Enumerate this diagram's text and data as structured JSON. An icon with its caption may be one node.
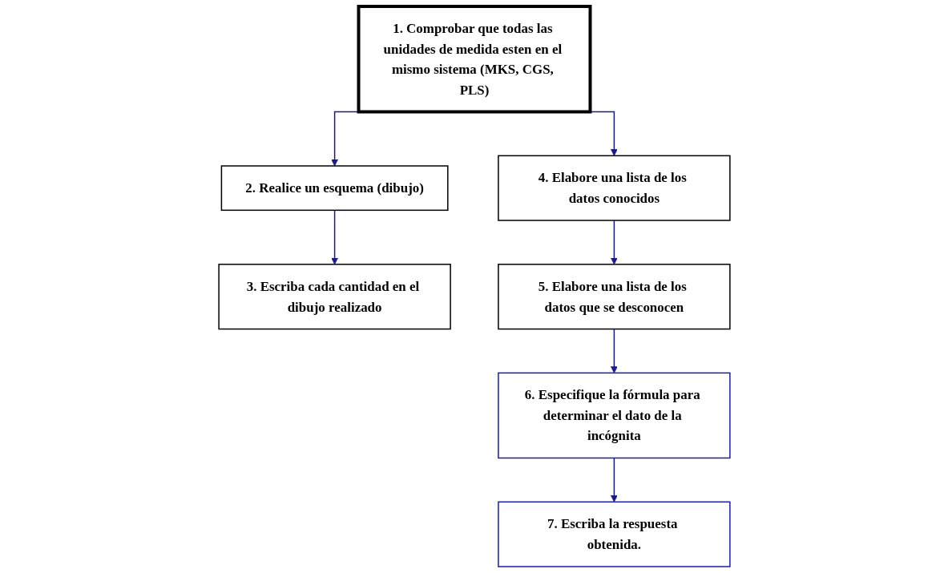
{
  "diagram": {
    "nodes": [
      {
        "text": [
          "1. Comprobar que todas las unidades de medida esten en el mismo sistema (MKS, CGS, PLS)"
        ]
      },
      {
        "text": [
          "2. Realice un esquema (dibujo)"
        ]
      },
      {
        "text": [
          "3. Escriba cada cantidad en el dibujo realizado"
        ]
      },
      {
        "text": [
          "4. Elabore una lista de los datos conocidos"
        ]
      },
      {
        "text": [
          "5. Elabore una lista de los datos que se desconocen"
        ]
      },
      {
        "text": [
          "6. Especifique la fórmula para determinar el dato de la incógnita"
        ]
      },
      {
        "text": [
          "7. Escriba la respuesta obtenida."
        ]
      }
    ],
    "edges": [
      {
        "from": 0,
        "to": 1,
        "arrow": "to"
      },
      {
        "from": 1,
        "to": 2,
        "arrow": "to"
      },
      {
        "from": 0,
        "to": 3,
        "arrow": "to"
      },
      {
        "from": 3,
        "to": 4,
        "arrow": "to"
      },
      {
        "from": 4,
        "to": 5,
        "arrow": "to"
      },
      {
        "from": 5,
        "to": 6,
        "arrow": "to"
      }
    ]
  }
}
